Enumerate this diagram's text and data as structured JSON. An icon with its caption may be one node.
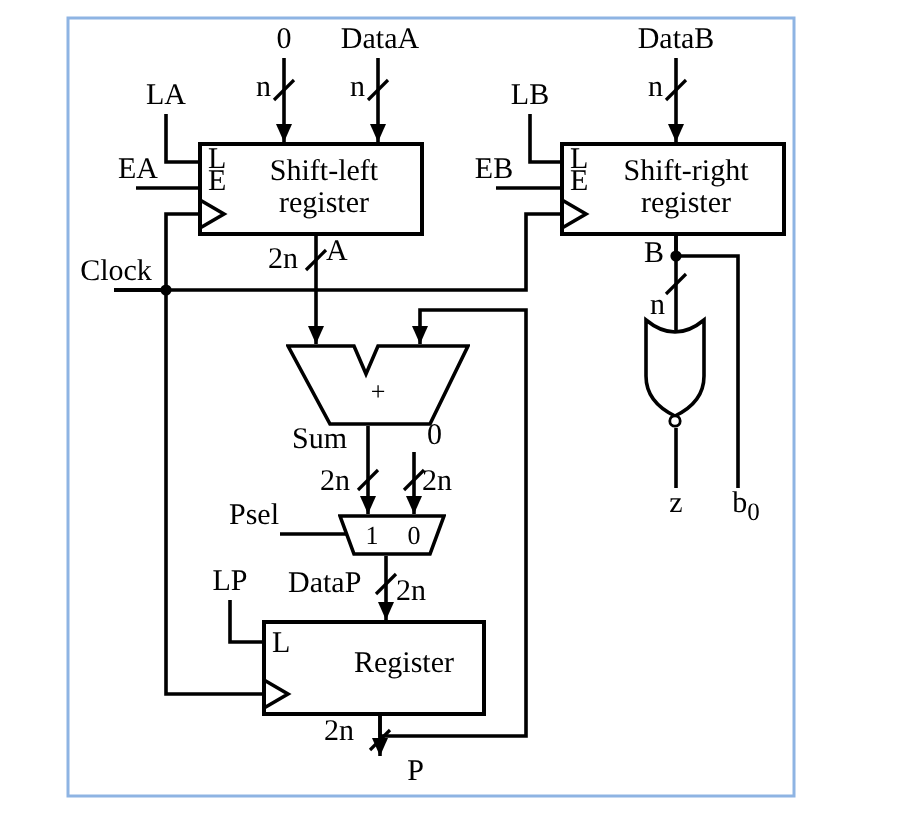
{
  "diagram": {
    "nodes": [
      {
        "text": [
          "L",
          "E",
          "Shift-left register"
        ]
      },
      {
        "text": [
          "L",
          "E",
          "Shift-right register"
        ]
      },
      {
        "text": [
          "+"
        ]
      },
      {
        "text": [
          "1",
          "0"
        ]
      },
      {
        "text": [
          "L",
          "Register"
        ]
      },
      {
        "text": [],
        "shape": "gate"
      },
      {
        "text": [
          "0"
        ]
      },
      {
        "text": [
          "DataA"
        ]
      },
      {
        "text": [
          "DataB"
        ]
      },
      {
        "text": [
          "LA"
        ]
      },
      {
        "text": [
          "EA"
        ]
      },
      {
        "text": [
          "LB"
        ]
      },
      {
        "text": [
          "EB"
        ]
      },
      {
        "text": [
          "Clock"
        ]
      },
      {
        "text": [
          "Psel"
        ]
      },
      {
        "text": [
          "LP"
        ]
      },
      {
        "text": [
          "0"
        ]
      },
      {
        "text": [
          "z"
        ]
      },
      {
        "text": [
          "b$_{0}$"
        ]
      },
      {
        "text": [
          "P"
        ]
      }
    ],
    "edges": [
      {
        "from": 6,
        "to": 0,
        "arrow": "to",
        "label": "n"
      },
      {
        "from": 7,
        "to": 0,
        "arrow": "to",
        "label": "n"
      },
      {
        "from": 8,
        "to": 1,
        "arrow": "to",
        "label": "n"
      },
      {
        "from": 9,
        "to": 0,
        "arrow": "none"
      },
      {
        "from": 10,
        "to": 0,
        "arrow": "none"
      },
      {
        "from": 11,
        "to": 1,
        "arrow": "none"
      },
      {
        "from": 12,
        "to": 1,
        "arrow": "none"
      },
      {
        "from": 13,
        "to": 0,
        "arrow": "to"
      },
      {
        "from": 13,
        "to": 1,
        "arrow": "to"
      },
      {
        "from": 13,
        "to": 4,
        "arrow": "to"
      },
      {
        "from": 0,
        "to": 2,
        "arrow": "to"
      },
      {
        "from": 4,
        "to": 2,
        "arrow": "to"
      },
      {
        "from": 2,
        "to": 3,
        "arrow": "to"
      },
      {
        "from": 16,
        "to": 3,
        "arrow": "to"
      },
      {
        "from": 14,
        "to": 3,
        "arrow": "none"
      },
      {
        "from": 3,
        "to": 4,
        "arrow": "to"
      },
      {
        "from": 15,
        "to": 4,
        "arrow": "none"
      },
      {
        "from": 4,
        "to": 19,
        "arrow": "to"
      },
      {
        "from": 1,
        "to": 5,
        "arrow": "none"
      },
      {
        "from": 1,
        "to": 18,
        "arrow": "none"
      },
      {
        "from": 5,
        "to": 17,
        "arrow": "none"
      }
    ],
    "labels": [
      "2n",
      "A",
      "B",
      "n",
      "Sum",
      "2n",
      "2n",
      "DataP",
      "2n",
      "2n"
    ]
  }
}
